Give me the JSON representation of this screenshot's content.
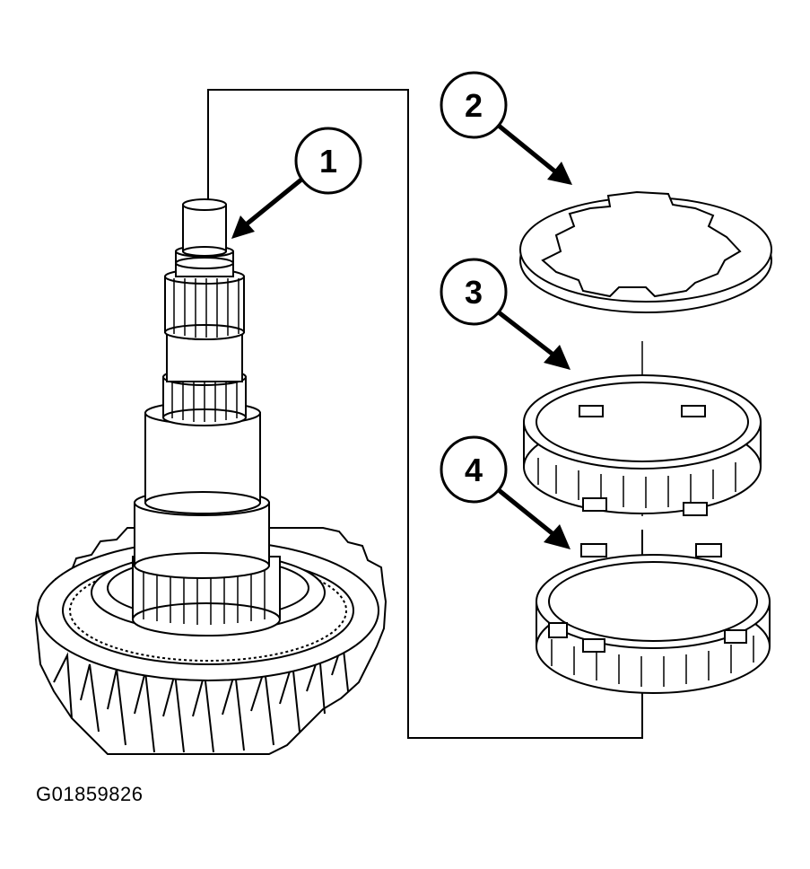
{
  "figure": {
    "id_text": "G01859826",
    "callouts": [
      {
        "label": "1",
        "part": "mainshaft"
      },
      {
        "label": "2",
        "part": "clutch-ring"
      },
      {
        "label": "3",
        "part": "synchro-ring-upper"
      },
      {
        "label": "4",
        "part": "synchro-ring-lower"
      }
    ],
    "line_color": "#000000",
    "background_color": "#ffffff"
  }
}
